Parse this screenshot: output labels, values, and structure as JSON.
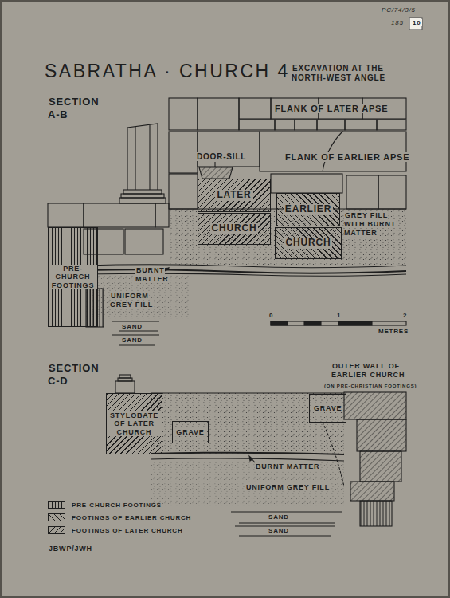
{
  "diagram": {
    "title": "SABRATHA · CHURCH 4 ·",
    "nodes": [
      {
        "text": [
          "LATER"
        ]
      },
      {
        "text": [
          "CHURCH"
        ]
      },
      {
        "text": [
          "EARLIER"
        ]
      },
      {
        "text": [
          "CHURCH"
        ]
      },
      {
        "text": [
          "PRE- CHURCH FOOTINGS"
        ]
      },
      {
        "text": [
          "STYLOBATE OF LATER CHURCH"
        ]
      },
      {
        "text": [
          "GRAVE"
        ]
      },
      {
        "text": [
          "GRAVE"
        ]
      }
    ],
    "labels": [
      "EXCAVATION AT THE NORTH-WEST ANGLE",
      "SECTION A-B",
      "FLANK OF LATER APSE",
      "DOOR-SILL",
      "FLANK OF EARLIER APSE",
      "GREY FILL WITH BURNT MATTER",
      "BURNT MATTER",
      "UNIFORM GREY FILL",
      "SAND",
      "SAND",
      "0",
      "1",
      "2",
      "METRES",
      "SECTION C-D",
      "OUTER WALL OF EARLIER CHURCH",
      "(ON PRE-CHRISTIAN FOOTINGS)",
      "BURNT MATTER",
      "UNIFORM GREY FILL",
      "SAND",
      "SAND",
      "JBWP/JWH",
      "PC/74/3/5",
      "185",
      "10"
    ],
    "legend": [
      {
        "text": "PRE-CHURCH FOOTINGS"
      },
      {
        "text": "FOOTINGS OF EARLIER CHURCH"
      },
      {
        "text": "FOOTINGS OF LATER CHURCH"
      }
    ]
  }
}
